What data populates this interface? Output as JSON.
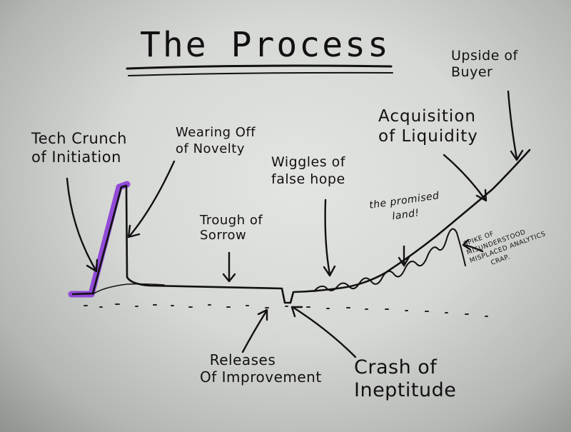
{
  "title": "The Process",
  "labels": {
    "tech_crunch": "Tech Crunch\nof Initiation",
    "wearing_off": "Wearing Off\nof Novelty",
    "wiggles": "Wiggles of\nfalse hope",
    "trough": "Trough of\nSorrow",
    "acquisition": "Acquisition\nof Liquidity",
    "upside": "Upside of\nBuyer",
    "promised_land": "the promised\n      land!",
    "spike": "SPIKE OF\nMISUNDERSTOOD\nMISPLACED ANALYTICS\n        CRAP.",
    "releases": "  Releases\nOf Improvement",
    "crash": "Crash of\nIneptitude"
  },
  "colors": {
    "ink": "#111111",
    "highlight": "#8b3bd9"
  }
}
